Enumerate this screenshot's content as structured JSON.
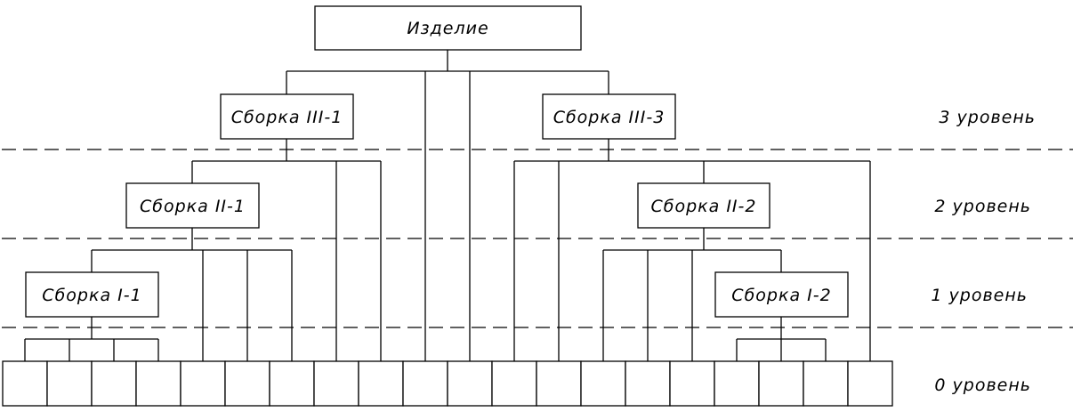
{
  "diagram": {
    "root": {
      "label": "Изделие"
    },
    "assemblies": {
      "s3_1": {
        "label": "Сборка III-1"
      },
      "s3_3": {
        "label": "Сборка III-3"
      },
      "s2_1": {
        "label": "Сборка II-1"
      },
      "s2_2": {
        "label": "Сборка II-2"
      },
      "s1_1": {
        "label": "Сборка I-1"
      },
      "s1_2": {
        "label": "Сборка I-2"
      }
    },
    "levels": [
      {
        "label": "3 уровень"
      },
      {
        "label": "2 уровень"
      },
      {
        "label": "1 уровень"
      },
      {
        "label": "0 уровень"
      }
    ],
    "part_count": 20
  }
}
